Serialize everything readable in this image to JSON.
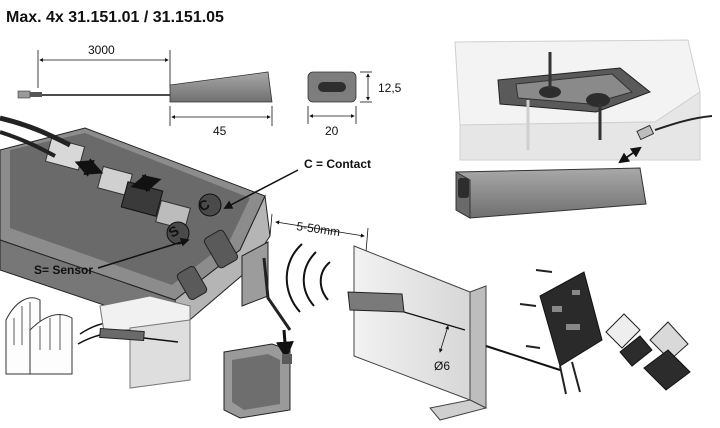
{
  "header": {
    "title": "Max. 4x  31.151.01 / 31.151.05"
  },
  "dimensions": {
    "cable_length": "3000",
    "housing_length": "45",
    "housing_width": "20",
    "housing_height": "12,5",
    "range": "5-50mm",
    "diameter": "Ø6"
  },
  "callouts": {
    "contact": "C = Contact",
    "sensor": "S= Sensor",
    "c_letter": "C",
    "s_letter": "S"
  },
  "colors": {
    "housing_gray": "#8f8f8f",
    "dark_gray": "#4a4a4a",
    "panel_light": "#e9e9e9",
    "outline": "#222222"
  }
}
